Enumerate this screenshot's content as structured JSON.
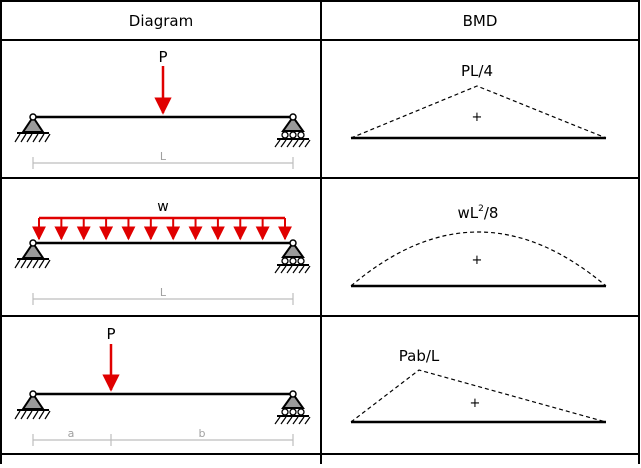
{
  "table": {
    "headers": {
      "diagram": "Diagram",
      "bmd": "BMD"
    }
  },
  "rows": [
    {
      "load_label": "P",
      "dimension_label": "L",
      "bmd_label": "PL/4",
      "bmd_sign": "+"
    },
    {
      "load_label": "w",
      "dimension_label": "L",
      "bmd_label_main": "wL",
      "bmd_label_sup": "2",
      "bmd_label_tail": "/8",
      "bmd_sign": "+"
    },
    {
      "load_label": "P",
      "dimension_label_a": "a",
      "dimension_label_b": "b",
      "bmd_label": "Pab/L",
      "bmd_sign": "+"
    }
  ],
  "colors": {
    "load": "#e00000",
    "line": "#000000",
    "dimension": "#bdbdbd",
    "dimension_text": "#a0a0a0"
  }
}
